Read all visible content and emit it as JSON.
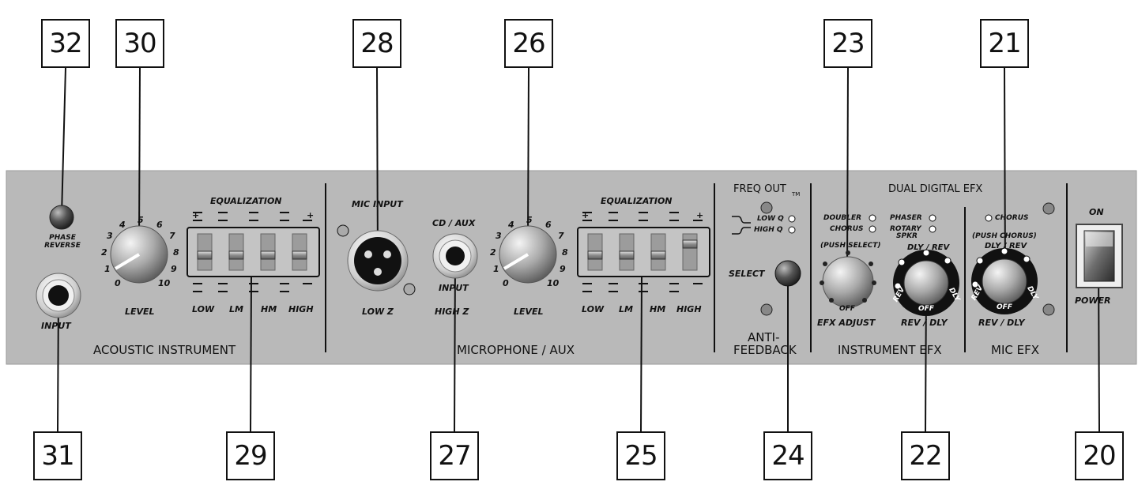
{
  "callouts": {
    "c32": "32",
    "c30": "30",
    "c28": "28",
    "c26": "26",
    "c23": "23",
    "c21": "21",
    "c31": "31",
    "c29": "29",
    "c27": "27",
    "c25": "25",
    "c24": "24",
    "c22": "22",
    "c20": "20"
  },
  "panel": {
    "acoustic": {
      "section_label": "ACOUSTIC INSTRUMENT",
      "phase_reverse": "PHASE\nREVERSE",
      "input_label": "INPUT",
      "level_label": "LEVEL",
      "eq_title": "EQUALIZATION",
      "eq_bands": [
        "LOW",
        "LM",
        "HM",
        "HIGH"
      ],
      "dial_numbers": [
        "0",
        "1",
        "2",
        "3",
        "4",
        "5",
        "6",
        "7",
        "8",
        "9",
        "10"
      ]
    },
    "mic": {
      "section_label": "MICROPHONE / AUX",
      "mic_input": "MIC INPUT",
      "low_z": "LOW Z",
      "cd_aux": "CD / AUX",
      "cd_input": "INPUT",
      "high_z": "HIGH Z",
      "level_label": "LEVEL",
      "eq_title": "EQUALIZATION",
      "eq_bands": [
        "LOW",
        "LM",
        "HM",
        "HIGH"
      ],
      "dial_numbers": [
        "0",
        "1",
        "2",
        "3",
        "4",
        "5",
        "6",
        "7",
        "8",
        "9",
        "10"
      ]
    },
    "freqout": {
      "title": "FREQ OUT",
      "tm": "TM",
      "low_q": "LOW Q",
      "high_q": "HIGH Q",
      "select": "SELECT",
      "anti": "ANTI-",
      "feedback": "FEEDBACK"
    },
    "efx": {
      "title": "DUAL DIGITAL EFX",
      "doubler": "DOUBLER",
      "chorus": "CHORUS",
      "phaser": "PHASER",
      "rotary": "ROTARY",
      "spkr": "SPKR",
      "push_select": "(PUSH SELECT)",
      "off": "OFF",
      "efx_adjust": "EFX ADJUST",
      "dly_rev": "DLY / REV",
      "rev": "REV",
      "dly": "DLY",
      "rev_dly": "REV / DLY",
      "instrument_efx": "INSTRUMENT EFX",
      "mic_chorus": "CHORUS",
      "push_chorus": "(PUSH CHORUS)",
      "mic_dly_rev": "DLY / REV",
      "mic_rev_dly": "REV / DLY",
      "mic_efx": "MIC EFX"
    },
    "power": {
      "on": "ON",
      "power": "POWER"
    },
    "eq_marks": [
      "+",
      "+"
    ]
  }
}
